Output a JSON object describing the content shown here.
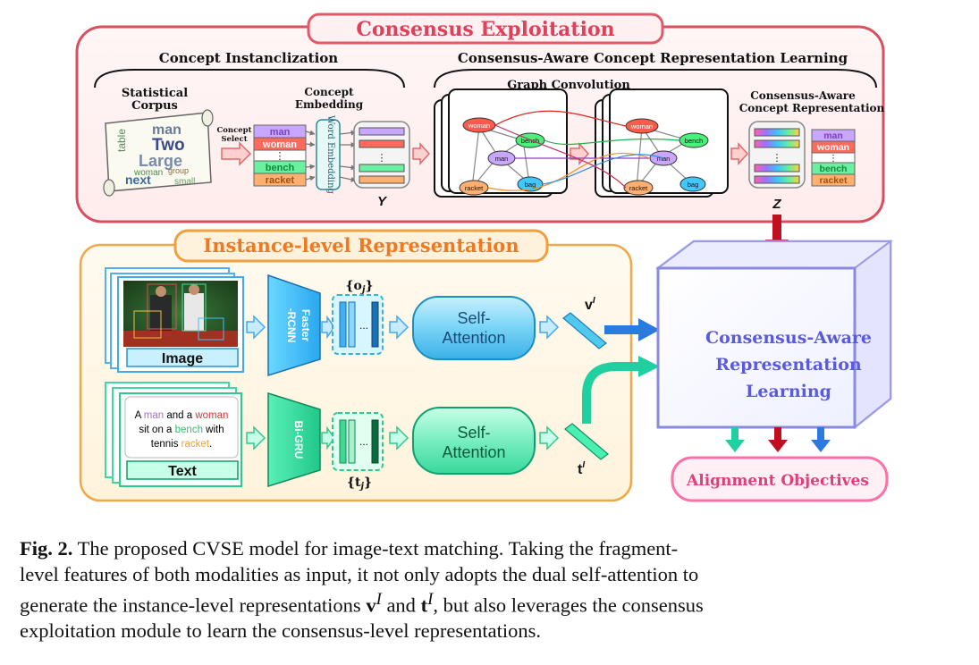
{
  "consensus": {
    "title": "Consensus Exploitation",
    "concept_inst": "Concept Instanclization",
    "cacrl": "Consensus-Aware Concept Representation Learning",
    "stat_corpus": [
      "Statistical",
      "Corpus"
    ],
    "concept_select": [
      "Concept",
      "Select"
    ],
    "concept_embedding": [
      "Concept",
      "Embedding"
    ],
    "word_embedding": "Word Embedding",
    "graph_conv": "Graph Convolution",
    "ca_concept_rep": [
      "Consensus-Aware",
      "Concept Representation"
    ],
    "y_label": "Y",
    "z_label": "Z",
    "wordcloud": [
      "man",
      "table",
      "Two",
      "Large",
      "woman",
      "next",
      "small",
      "group"
    ],
    "concepts": [
      "man",
      "woman",
      "⋮",
      "bench",
      "racket"
    ],
    "graph_nodes": [
      "woman",
      "bench",
      "man",
      "racket",
      "bag"
    ],
    "dots": "⋮"
  },
  "instance": {
    "title": "Instance-level Representation",
    "image_label": "Image",
    "text_label": "Text",
    "faster_rcnn": [
      "Faster",
      "-RCNN"
    ],
    "bigru": "Bi-GRU",
    "o_label": "{o",
    "o_sub": "j",
    "o_close": "}",
    "t_label": "{t",
    "t_sub": "j",
    "t_close": "}",
    "self_attention": [
      "Self-",
      "Attention"
    ],
    "v_label": "v",
    "t_out_label": "t",
    "prime": "I",
    "sentence": [
      [
        {
          "w": "A ",
          "c": "#222"
        },
        {
          "w": "man",
          "c": "#a070d0"
        },
        {
          "w": " and a ",
          "c": "#222"
        },
        {
          "w": "woman",
          "c": "#e03030"
        }
      ],
      [
        {
          "w": "sit on a ",
          "c": "#222"
        },
        {
          "w": "bench",
          "c": "#30c070"
        },
        {
          "w": " with",
          "c": "#222"
        }
      ],
      [
        {
          "w": "tennis ",
          "c": "#222"
        },
        {
          "w": "racket",
          "c": "#f0a030"
        },
        {
          "w": ".",
          "c": "#222"
        }
      ]
    ],
    "ellipsis": "..."
  },
  "right": {
    "carl": [
      "Consensus-Aware",
      "Representation",
      "Learning"
    ],
    "alignment": "Alignment Objectives"
  },
  "caption": {
    "fig_label": "Fig. 2.",
    "line1": "The proposed CVSE model for image-text matching. Taking the fragment-",
    "line2": "level features of both modalities as input, it not only adopts the dual self-attention to",
    "line3_a": "generate the instance-level representations ",
    "v": "v",
    "vsup": "I",
    "and": " and ",
    "t": "t",
    "tsup": "I",
    "line3_b": ", but also leverages the consensus",
    "line4": "exploitation module to learn the consensus-level representations."
  },
  "colors": {
    "consensus_border": "#e05a6a",
    "consensus_title": "#e0405a",
    "instance_border": "#f0a040",
    "instance_title": "#f07820",
    "carl_text": "#5a5ae0",
    "alignment_text": "#e0407a",
    "cyan": "#50c8f0",
    "green": "#30e0a0",
    "blue_arrow": "#2a7ae0",
    "red_arrow": "#c01020",
    "mint_arrow": "#20d0a0"
  }
}
